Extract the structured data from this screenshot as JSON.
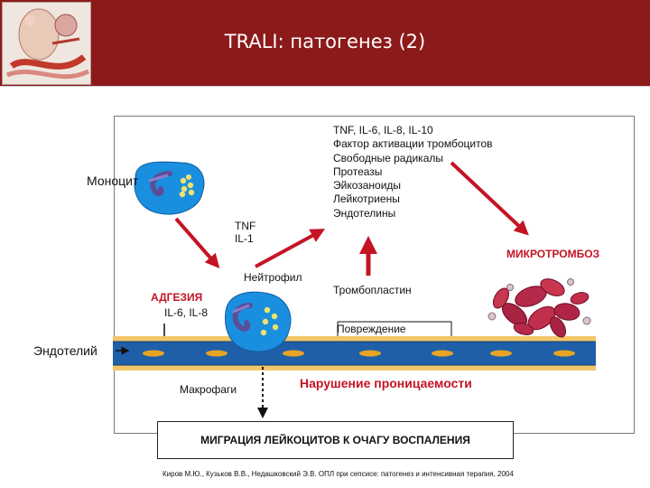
{
  "header": {
    "title": "TRALI: патогенез (2)",
    "background": "#8c1a1b"
  },
  "diagram": {
    "monocyte_label": "Моноцит",
    "tnf_il1_line1": "TNF",
    "tnf_il1_line2": "IL-1",
    "mediators": [
      "TNF, IL-6, IL-8, IL-10",
      "Фактор активации тромбоцитов",
      "Свободные радикалы",
      "Протеазы",
      "Эйкозаноиды",
      "Лейкотриены",
      "Эндотелины"
    ],
    "microthrombosis_label": "МИКРОТРОМБОЗ",
    "neutrophil_label": "Нейтрофил",
    "adhesion_label": "АДГЕЗИЯ",
    "adhesion_cytokines": "IL-6, IL-8",
    "thromboplastin_label": "Тромбопластин",
    "damage_label": "Повреждение",
    "endothelium_label": "Эндотелий",
    "macrophages_label": "Макрофаги",
    "permeability_label": "Нарушение проницаемости",
    "migration_label": "МИГРАЦИЯ ЛЕЙКОЦИТОВ К ОЧАГУ ВОСПАЛЕНИЯ",
    "colors": {
      "accent_red": "#c41424",
      "cell_blue": "#1a8fe0",
      "vessel_blue": "#1e5fa8",
      "vessel_gold": "#f2c66a"
    }
  },
  "footer": {
    "citation": "Киров М.Ю., Кузьков В.В., Недашковский Э.В. ОПЛ при сепсисе: патогенез и интенсивная терапия, 2004"
  }
}
